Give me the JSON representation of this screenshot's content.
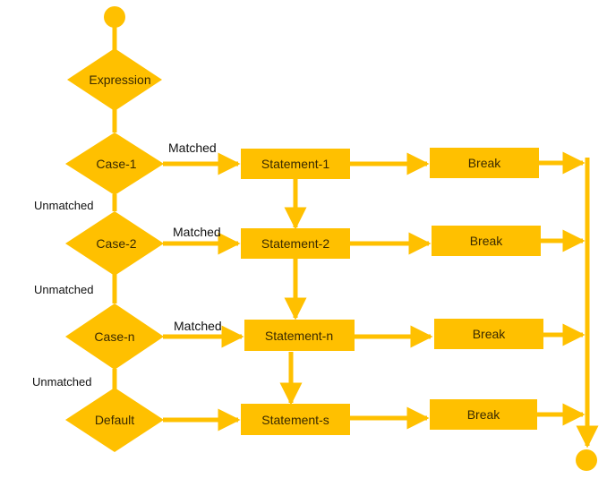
{
  "diagram": {
    "nodes": {
      "expression": "Expression",
      "case1": "Case-1",
      "case2": "Case-2",
      "casen": "Case-n",
      "default": "Default",
      "stmt1": "Statement-1",
      "stmt2": "Statement-2",
      "stmtn": "Statement-n",
      "stmts": "Statement-s",
      "break1": "Break",
      "break2": "Break",
      "breakn": "Break",
      "breaks": "Break"
    },
    "edges": {
      "matched1": "Matched",
      "matched2": "Matched",
      "matchedn": "Matched",
      "unmatched1": "Unmatched",
      "unmatched2": "Unmatched",
      "unmatched3": "Unmatched"
    },
    "colors": {
      "fill": "#FFC000",
      "line": "#FFC000"
    }
  }
}
